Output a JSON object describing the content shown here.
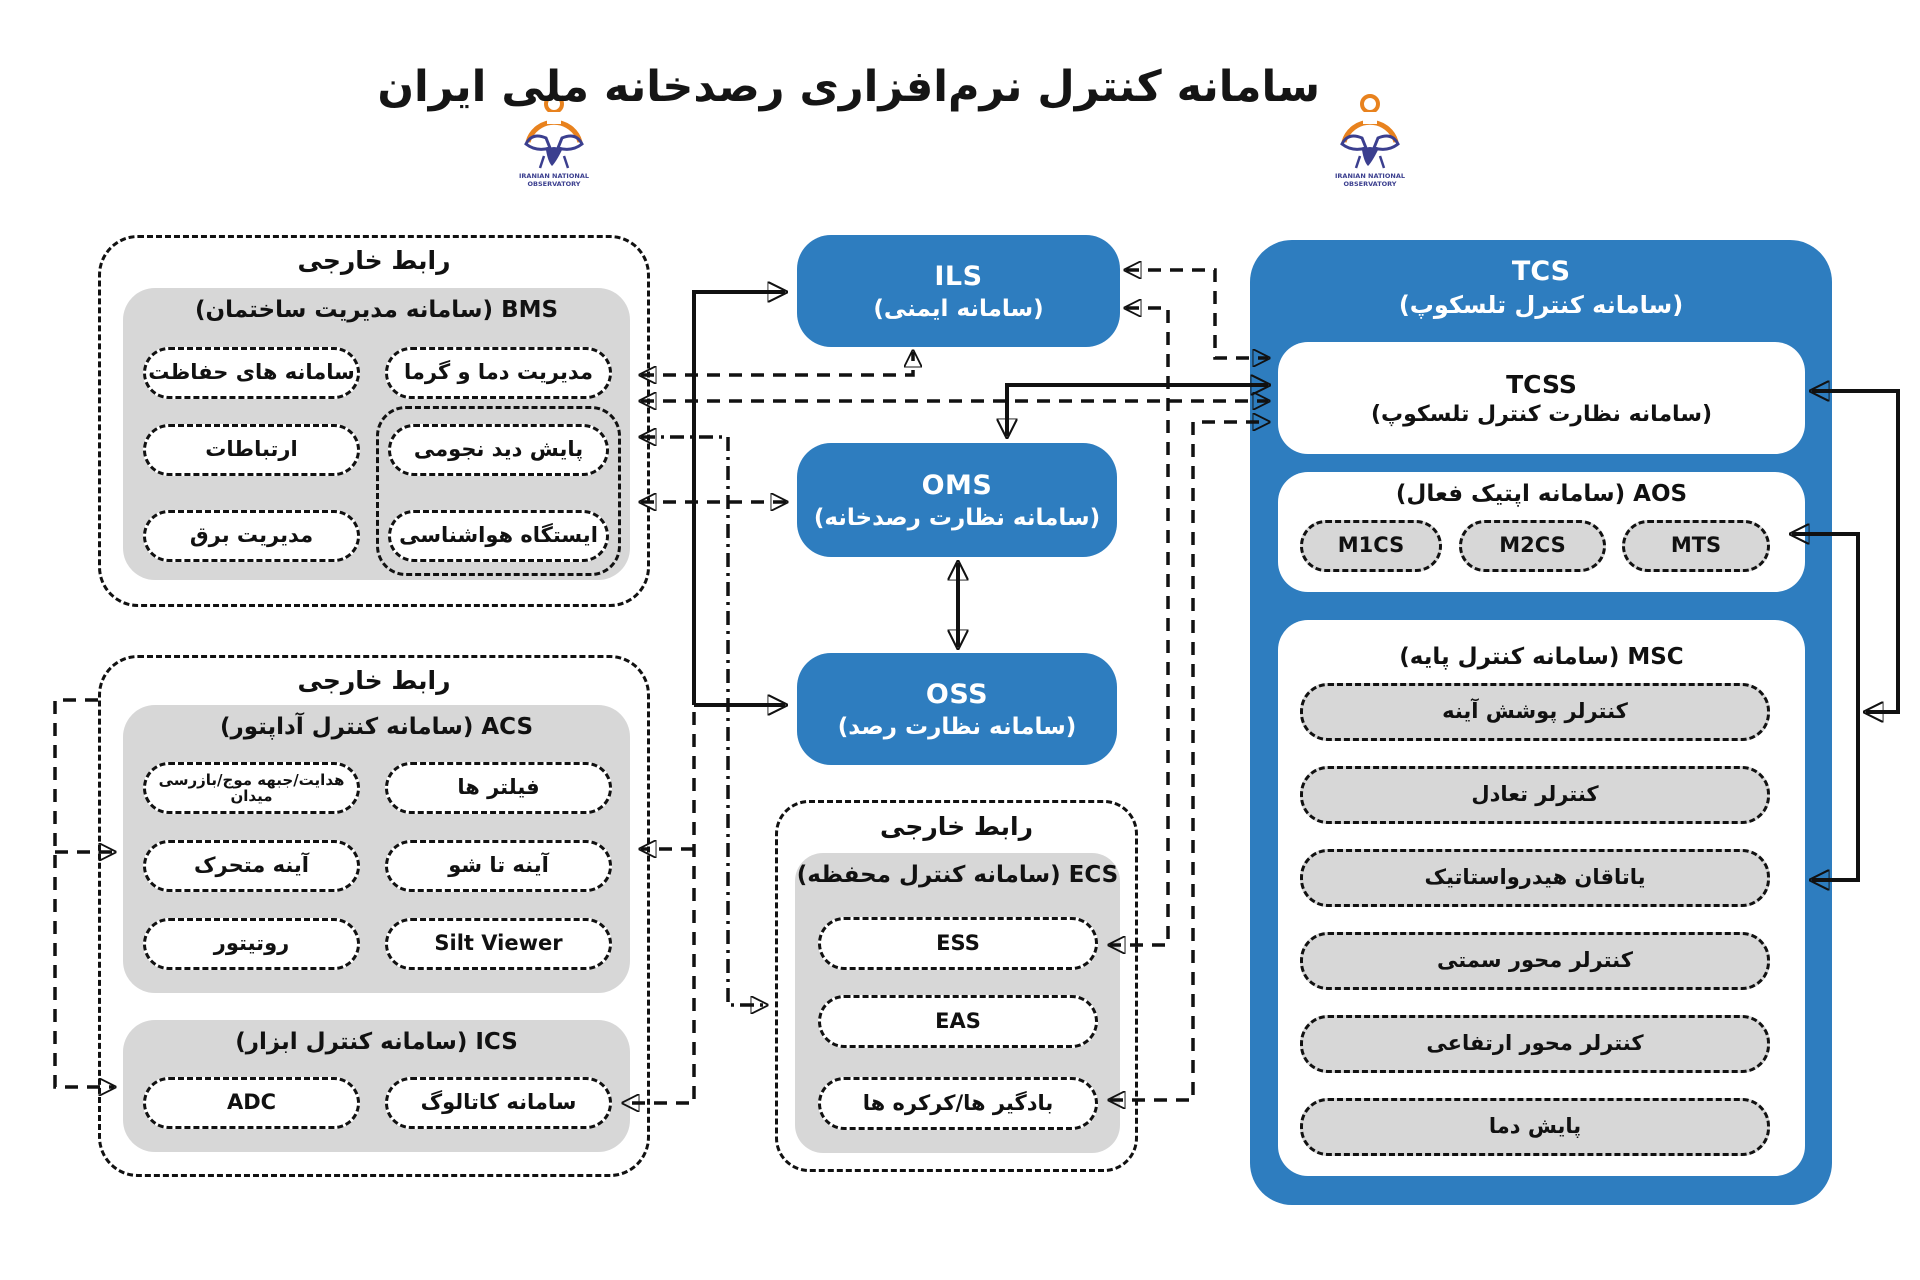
{
  "title": "سامانه کنترل نرم‌افزاری رصدخانه ملی ایران",
  "logo": {
    "caption_line1": "IRANIAN NATIONAL",
    "caption_line2": "OBSERVATORY"
  },
  "colors": {
    "blue": "#2e7dbf",
    "gray": "#d7d7d7",
    "line": "#111111",
    "logo_orange": "#e8821e",
    "logo_navy": "#3b3f8f"
  },
  "external_label": "رابط خارجی",
  "bms": {
    "title": "BMS (سامانه مدیریت ساختمان)",
    "col_left": [
      "سامانه های حفاظت",
      "ارتباطات",
      "مدیریت برق"
    ],
    "col_right": [
      "مدیریت دما و گرما",
      "پایش دید نجومی",
      "ایستگاه هواشناسی"
    ]
  },
  "acs": {
    "title": "ACS (سامانه کنترل آداپتور)",
    "col_left": [
      "هدایت/جبهه موج/بازرسی میدان",
      "آینه متحرک",
      "روتیتور"
    ],
    "col_right": [
      "فیلتر ها",
      "آینه تا شو",
      "Silt Viewer"
    ]
  },
  "ics": {
    "title": "ICS (سامانه کنترل ابزار)",
    "items": [
      "ADC",
      "سامانه کاتالوگ"
    ]
  },
  "ils": {
    "abbr": "ILS",
    "name": "(سامانه ایمنی)"
  },
  "oms": {
    "abbr": "OMS",
    "name": "(سامانه نظارت رصدخانه)"
  },
  "oss": {
    "abbr": "OSS",
    "name": "(سامانه نظارت رصد)"
  },
  "ecs": {
    "title": "ECS (سامانه کنترل محفظه)",
    "items": [
      "ESS",
      "EAS",
      "بادگیر ها/کرکره ها"
    ]
  },
  "tcs": {
    "abbr": "TCS",
    "name": "(سامانه کنترل تلسکوپ)",
    "tcss": {
      "abbr": "TCSS",
      "name": "(سامانه نظارت کنترل تلسکوپ)"
    },
    "aos": {
      "title": "AOS (سامانه اپتیک فعال)",
      "items": [
        "M1CS",
        "M2CS",
        "MTS"
      ]
    },
    "msc": {
      "title": "MSC (سامانه کنترل پایه)",
      "items": [
        "کنترلر پوشش آینه",
        "کنترلر تعادل",
        "یاتاقان هیدرواستاتیک",
        "کنترلر محور سمتی",
        "کنترلر محور ارتفاعی",
        "پایش دما"
      ]
    }
  }
}
